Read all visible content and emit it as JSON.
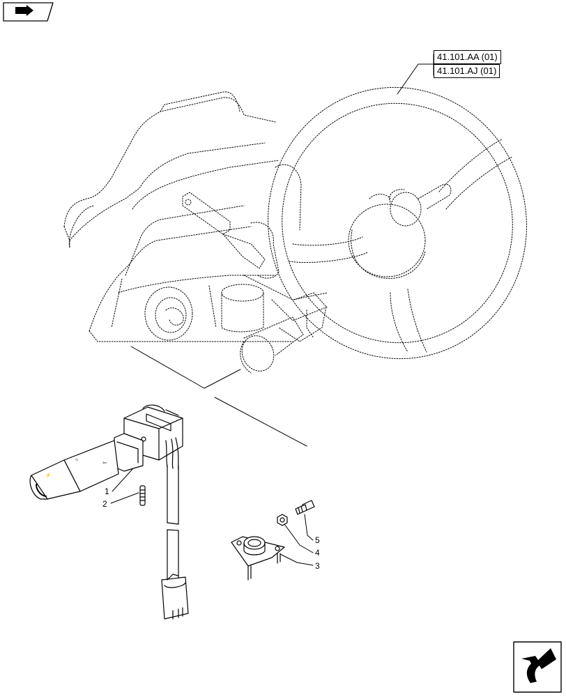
{
  "references": [
    {
      "label": "41.101.AA (01)"
    },
    {
      "label": "41.101.AJ (01)"
    }
  ],
  "callouts": [
    {
      "number": "1"
    },
    {
      "number": "2"
    },
    {
      "number": "3"
    },
    {
      "number": "4"
    },
    {
      "number": "5"
    }
  ],
  "icons": {
    "top_left": "previous-page-arrow-icon",
    "bottom_right": "next-page-arrow-icon"
  }
}
